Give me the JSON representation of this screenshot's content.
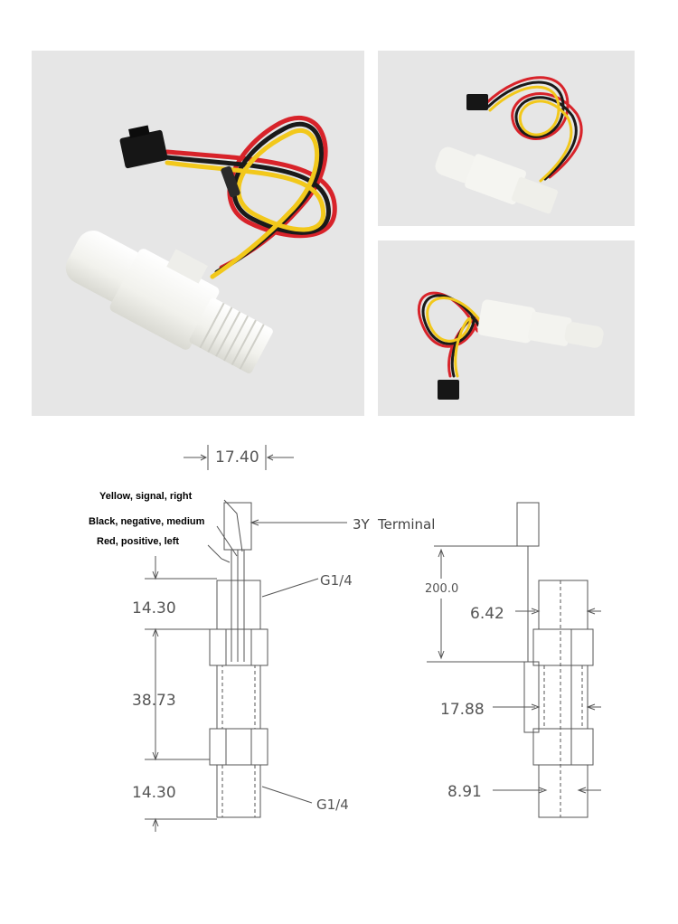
{
  "photos": [
    {
      "name": "sensor-photo-large",
      "subject": "flow-sensor-with-connector"
    },
    {
      "name": "sensor-photo-top-right",
      "subject": "flow-sensor-with-connector"
    },
    {
      "name": "sensor-photo-bottom-right",
      "subject": "flow-sensor-with-connector"
    }
  ],
  "wire_labels": {
    "yellow": "Yellow, signal, right",
    "black": "Black, negative, medium",
    "red": "Red, positive, left"
  },
  "callouts": {
    "terminal_prefix": "3Y",
    "terminal_word": "Terminal",
    "thread_top": "G1/4",
    "thread_bottom": "G1/4"
  },
  "dimensions": {
    "width_top": "17.40",
    "top_section": "14.30",
    "middle_section": "38.73",
    "bottom_section": "14.30",
    "cable_length": "200.0",
    "d1": "6.42",
    "d2": "17.88",
    "d3": "8.91"
  },
  "colors": {
    "photo_bg": "#e6e6e6",
    "wire_red": "#d8232a",
    "wire_yellow": "#f2c81b",
    "wire_black": "#1a1a1a",
    "body_white": "#f7f7f4",
    "line": "#555555"
  }
}
